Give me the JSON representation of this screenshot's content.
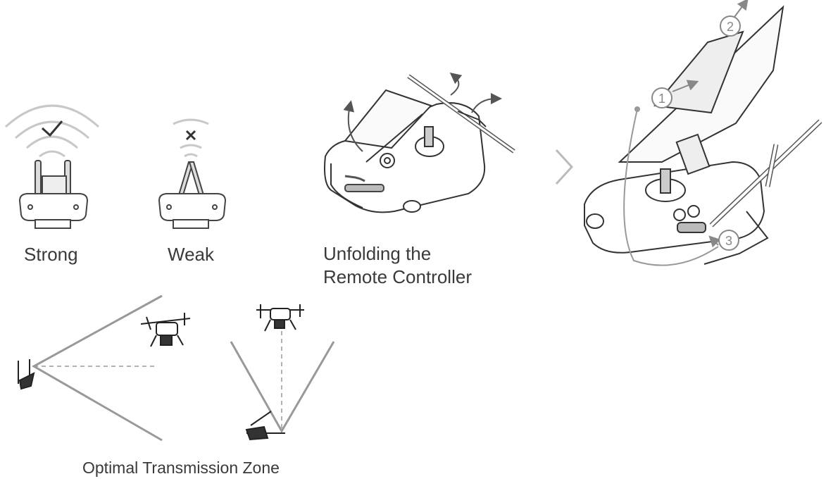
{
  "labels": {
    "strong": "Strong",
    "weak": "Weak",
    "unfolding_line1": "Unfolding the",
    "unfolding_line2": "Remote Controller",
    "zone": "Optimal Transmission Zone"
  },
  "steps": [
    "1",
    "2",
    "3"
  ],
  "signal": {
    "strong_mark": "✓",
    "weak_mark": "✕"
  },
  "colors": {
    "line": "#3a3a3a",
    "grey": "#9a9a9a",
    "light_grey": "#c8c8c8"
  },
  "icons": [
    "check-icon",
    "cross-icon",
    "chevron-right-icon",
    "drone-icon",
    "remote-controller-icon",
    "arrow-icon"
  ]
}
